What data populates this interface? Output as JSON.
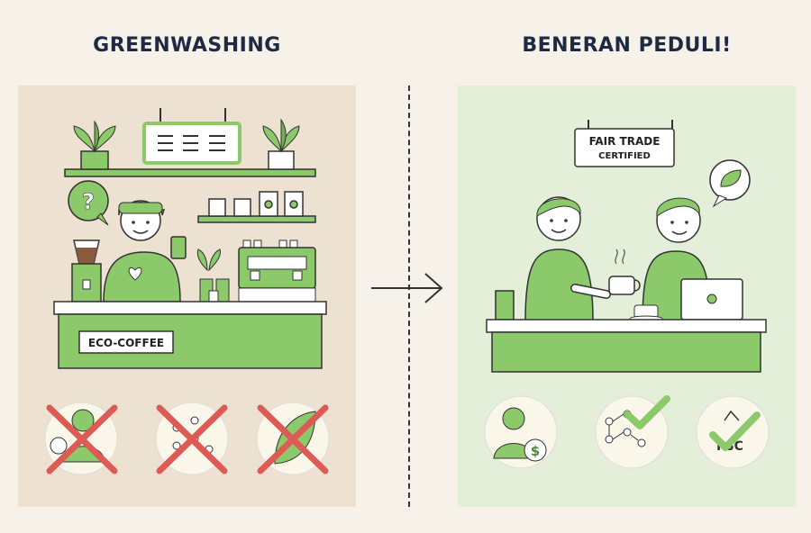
{
  "left": {
    "title": "GREENWASHING",
    "counter_sign": "ECO-COFFEE",
    "thought_bubble": "?"
  },
  "right": {
    "title": "BENERAN PEDULI!",
    "sign_line1": "FAIR TRADE",
    "sign_line2": "CERTIFIED",
    "badge_dollar": "$",
    "badge_fsc": "FSC"
  },
  "colors": {
    "green": "#8bc96a",
    "green_dark": "#4f8a3a",
    "red_cross": "#dd5a55",
    "outline": "#2f3a2a",
    "panel_left": "#ede1d1",
    "panel_right": "#e3efd9"
  }
}
